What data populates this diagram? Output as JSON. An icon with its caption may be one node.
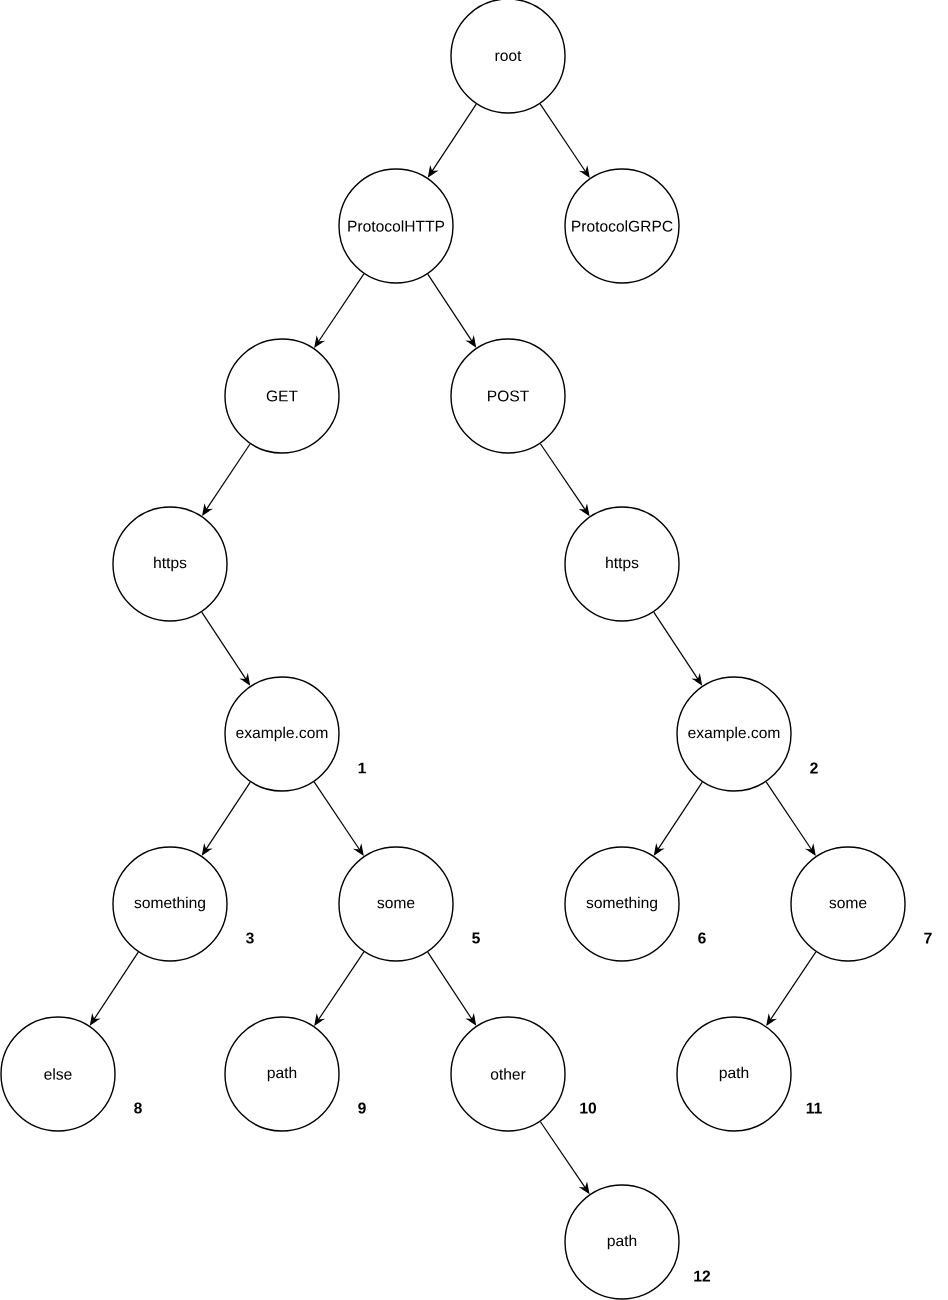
{
  "diagram": {
    "nodes": [
      {
        "text": [
          "root"
        ]
      },
      {
        "text": [
          "ProtocolHTTP"
        ]
      },
      {
        "text": [
          "ProtocolGRPC"
        ]
      },
      {
        "text": [
          "GET"
        ]
      },
      {
        "text": [
          "POST"
        ]
      },
      {
        "text": [
          "https"
        ]
      },
      {
        "text": [
          "https"
        ]
      },
      {
        "text": [
          "example.com"
        ],
        "beside": [
          "1"
        ]
      },
      {
        "text": [
          "example.com"
        ],
        "beside": [
          "2"
        ]
      },
      {
        "text": [
          "something"
        ],
        "beside": [
          "3"
        ]
      },
      {
        "text": [
          "some"
        ],
        "beside": [
          "5"
        ]
      },
      {
        "text": [
          "something"
        ],
        "beside": [
          "6"
        ]
      },
      {
        "text": [
          "some"
        ],
        "beside": [
          "7"
        ]
      },
      {
        "text": [
          "else"
        ],
        "beside": [
          "8"
        ]
      },
      {
        "text": [
          "path"
        ],
        "beside": [
          "9"
        ]
      },
      {
        "text": [
          "other"
        ],
        "beside": [
          "10"
        ]
      },
      {
        "text": [
          "path"
        ],
        "beside": [
          "11"
        ]
      },
      {
        "text": [
          "path"
        ],
        "beside": [
          "12"
        ]
      }
    ],
    "edges": [
      {
        "from": 0,
        "to": 1,
        "arrow": "to"
      },
      {
        "from": 0,
        "to": 2,
        "arrow": "to"
      },
      {
        "from": 1,
        "to": 3,
        "arrow": "to"
      },
      {
        "from": 1,
        "to": 4,
        "arrow": "to"
      },
      {
        "from": 3,
        "to": 5,
        "arrow": "to"
      },
      {
        "from": 4,
        "to": 6,
        "arrow": "to"
      },
      {
        "from": 5,
        "to": 7,
        "arrow": "to"
      },
      {
        "from": 6,
        "to": 8,
        "arrow": "to"
      },
      {
        "from": 7,
        "to": 9,
        "arrow": "to"
      },
      {
        "from": 7,
        "to": 10,
        "arrow": "to"
      },
      {
        "from": 8,
        "to": 11,
        "arrow": "to"
      },
      {
        "from": 8,
        "to": 12,
        "arrow": "to"
      },
      {
        "from": 9,
        "to": 13,
        "arrow": "to"
      },
      {
        "from": 10,
        "to": 14,
        "arrow": "to"
      },
      {
        "from": 10,
        "to": 15,
        "arrow": "to"
      },
      {
        "from": 12,
        "to": 16,
        "arrow": "to"
      },
      {
        "from": 15,
        "to": 17,
        "arrow": "to"
      }
    ]
  }
}
